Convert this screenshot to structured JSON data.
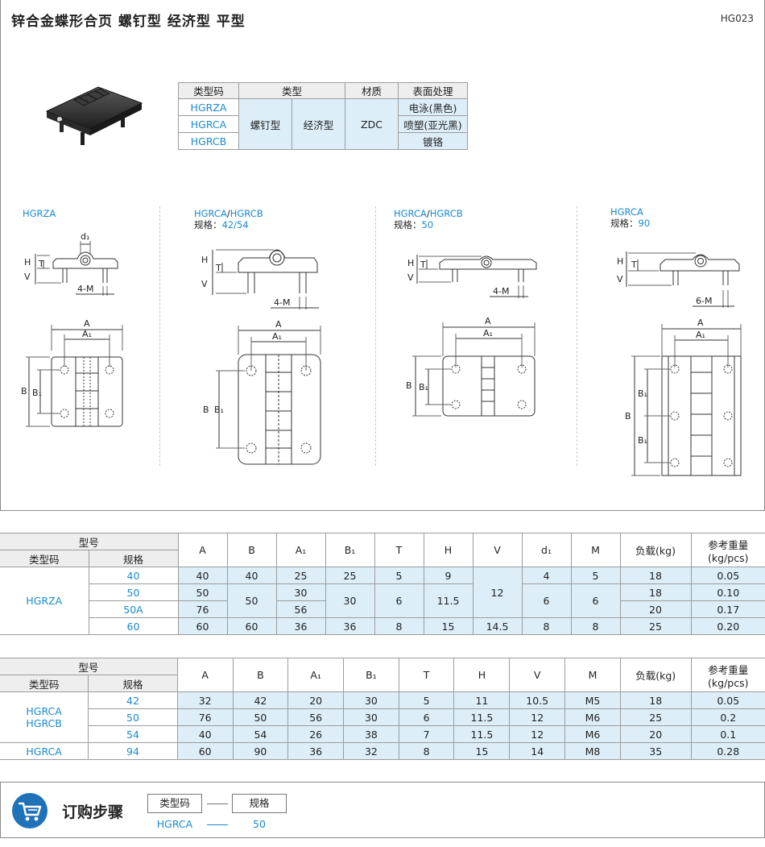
{
  "header": {
    "title": "锌合金蝶形合页  螺钉型  经济型  平型",
    "code": "HG023"
  },
  "type_table": {
    "headers": [
      "类型码",
      "类型",
      "材质",
      "表面处理"
    ],
    "codes": [
      "HGRZA",
      "HGRCA",
      "HGRCB"
    ],
    "type_a": "螺钉型",
    "type_b": "经济型",
    "material": "ZDC",
    "finishes": [
      "电泳(黑色)",
      "喷塑(亚光黑)",
      "镀铬"
    ]
  },
  "variants": [
    {
      "code": "HGRZA",
      "code2": "",
      "sep": "",
      "spec_label": "",
      "spec_value": ""
    },
    {
      "code": "HGRCA",
      "code2": "HGRCB",
      "sep": "/",
      "spec_label": "规格：",
      "spec_value": "42/54"
    },
    {
      "code": "HGRCA",
      "code2": "HGRCB",
      "sep": "/",
      "spec_label": "规格：",
      "spec_value": "50"
    },
    {
      "code": "HGRCA",
      "code2": "",
      "sep": "",
      "spec_label": "规格：",
      "spec_value": "90"
    }
  ],
  "dims": {
    "A": "A",
    "A1": "A₁",
    "B": "B",
    "B1": "B₁",
    "H": "H",
    "T": "T",
    "V": "V",
    "d1": "d₁",
    "m4": "4-M",
    "m6": "6-M"
  },
  "table1": {
    "group_header": "型号",
    "sub_headers": [
      "类型码",
      "规格"
    ],
    "columns": [
      "A",
      "B",
      "A₁",
      "B₁",
      "T",
      "H",
      "V",
      "d₁",
      "M",
      "负载(kg)",
      "参考重量\n(kg/pcs)"
    ],
    "weight_l1": "参考重量",
    "weight_l2": "(kg/pcs)",
    "type_code": "HGRZA",
    "rows": [
      {
        "spec": "40",
        "A": "40",
        "B": "40",
        "A1": "25",
        "B1": "25",
        "T": "5",
        "H": "9",
        "V": "12",
        "d1": "4",
        "M": "5",
        "load": "18",
        "weight": "0.05"
      },
      {
        "spec": "50",
        "A": "50",
        "B": "50",
        "A1": "30",
        "B1": "30",
        "T": "6",
        "H": "11.5",
        "V": "",
        "d1": "6",
        "M": "6",
        "load": "18",
        "weight": "0.10"
      },
      {
        "spec": "50A",
        "A": "76",
        "B": "",
        "A1": "56",
        "B1": "",
        "T": "",
        "H": "",
        "V": "",
        "d1": "",
        "M": "",
        "load": "20",
        "weight": "0.17"
      },
      {
        "spec": "60",
        "A": "60",
        "B": "60",
        "A1": "36",
        "B1": "36",
        "T": "8",
        "H": "15",
        "V": "14.5",
        "d1": "8",
        "M": "8",
        "load": "25",
        "weight": "0.20"
      }
    ]
  },
  "table2": {
    "group_header": "型号",
    "sub_headers": [
      "类型码",
      "规格"
    ],
    "columns": [
      "A",
      "B",
      "A₁",
      "B₁",
      "T",
      "H",
      "V",
      "M",
      "负载(kg)"
    ],
    "weight_l1": "参考重量",
    "weight_l2": "(kg/pcs)",
    "type_code_a": "HGRCA",
    "type_code_b": "HGRCB",
    "type_code_c": "HGRCA",
    "rows": [
      {
        "spec": "42",
        "A": "32",
        "B": "42",
        "A1": "20",
        "B1": "30",
        "T": "5",
        "H": "11",
        "V": "10.5",
        "M": "M5",
        "load": "18",
        "weight": "0.05"
      },
      {
        "spec": "50",
        "A": "76",
        "B": "50",
        "A1": "56",
        "B1": "30",
        "T": "6",
        "H": "11.5",
        "V": "12",
        "M": "M6",
        "load": "25",
        "weight": "0.2"
      },
      {
        "spec": "54",
        "A": "40",
        "B": "54",
        "A1": "26",
        "B1": "38",
        "T": "7",
        "H": "11.5",
        "V": "12",
        "M": "M6",
        "load": "20",
        "weight": "0.1"
      },
      {
        "spec": "94",
        "A": "60",
        "B": "90",
        "A1": "36",
        "B1": "32",
        "T": "8",
        "H": "15",
        "V": "14",
        "M": "M8",
        "load": "35",
        "weight": "0.28"
      }
    ]
  },
  "order": {
    "title": "订购步骤",
    "field1": "类型码",
    "field2": "规格",
    "example1": "HGRCA",
    "example2": "50",
    "icon": "shopping-cart-icon",
    "accent": "#1f72b8"
  }
}
